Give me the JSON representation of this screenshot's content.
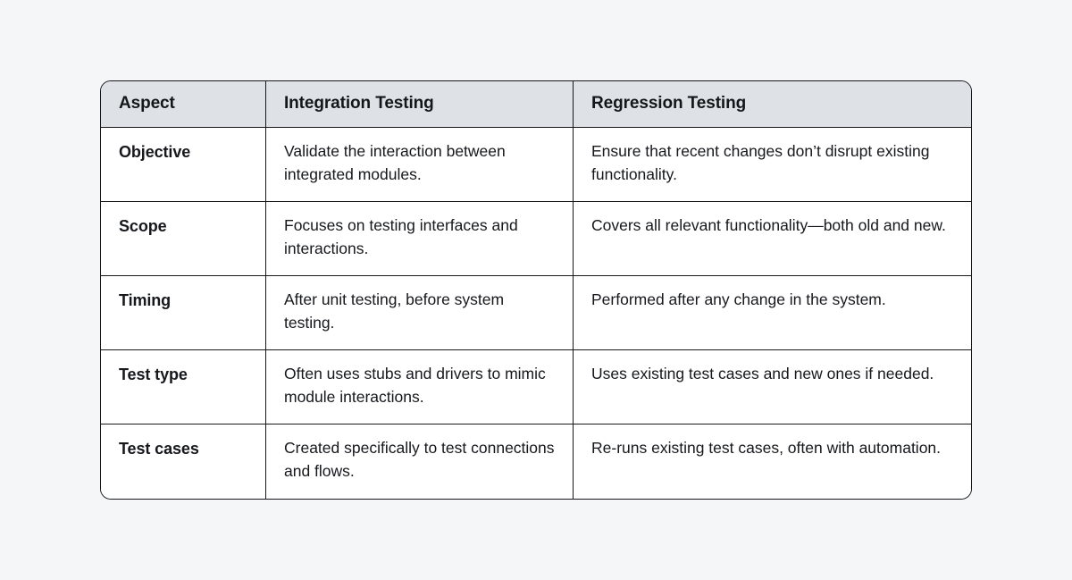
{
  "page": {
    "background_color": "#f5f6f8"
  },
  "table": {
    "name": "integration-vs-regression-testing-comparison",
    "border_color": "#16181c",
    "header_background": "#dee2e6",
    "body_background": "#ffffff",
    "text_color": "#16181c",
    "columns": [
      "Aspect",
      "Integration Testing",
      "Regression Testing"
    ],
    "rows": [
      {
        "aspect": "Objective",
        "integration_testing": "Validate the interaction between integrated modules.",
        "regression_testing": "Ensure that recent changes don’t disrupt existing functionality."
      },
      {
        "aspect": "Scope",
        "integration_testing": "Focuses on testing interfaces and interactions.",
        "regression_testing": "Covers all relevant functionality—both old and new."
      },
      {
        "aspect": "Timing",
        "integration_testing": "After unit testing, before system testing.",
        "regression_testing": "Performed after any change in the system."
      },
      {
        "aspect": "Test type",
        "integration_testing": "Often uses stubs and drivers to mimic module interactions.",
        "regression_testing": "Uses existing test cases and new ones if needed."
      },
      {
        "aspect": "Test cases",
        "integration_testing": "Created specifically to test connections and flows.",
        "regression_testing": "Re-runs existing test cases, often with automation."
      }
    ]
  }
}
